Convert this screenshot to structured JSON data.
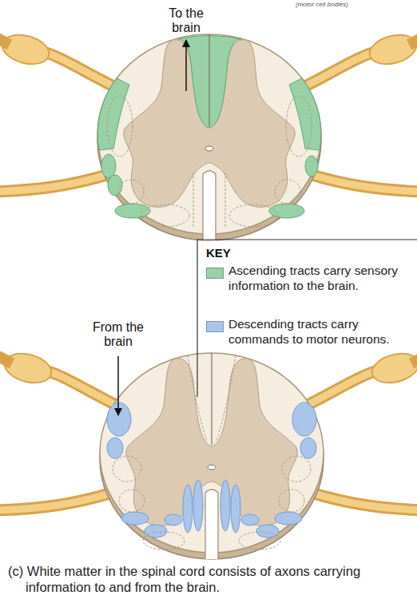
{
  "diagram": {
    "caption": "(c) White matter in the spinal cord consists of axons carrying information to and from the brain.",
    "labels": [
      "To the brain",
      "From the brain",
      "KEY",
      "(motor cell bodies)"
    ],
    "legend": [
      {
        "text": "Ascending tracts carry sensory information to the brain.",
        "color": "#98d1a6"
      },
      {
        "text": "Descending tracts carry commands to motor neurons.",
        "color": "#a9c5ea"
      }
    ]
  }
}
